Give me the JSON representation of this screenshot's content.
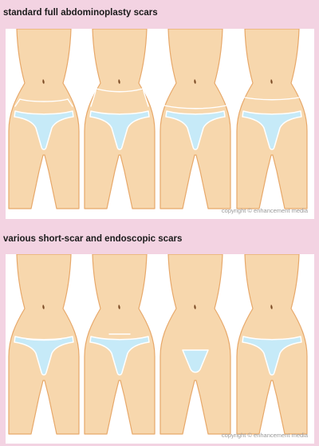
{
  "sections": [
    {
      "heading": "standard full abdominoplasty scars",
      "scars": [
        "wide-v",
        "deep-v",
        "curve-low",
        "curve-high"
      ]
    },
    {
      "heading": "various short-scar and endoscopic scars",
      "scars": [
        "short-low",
        "short-center",
        "mini-bikini",
        "none"
      ]
    }
  ],
  "copyright": "copyright © enhancement media",
  "colors": {
    "background": "#f3d3e2",
    "panel": "#ffffff",
    "skin": "#f7d7ad",
    "skin_outline": "#e7a86a",
    "underwear": "#c6eaf8",
    "underwear_trim": "#ffffff",
    "scar": "#ffffff"
  }
}
